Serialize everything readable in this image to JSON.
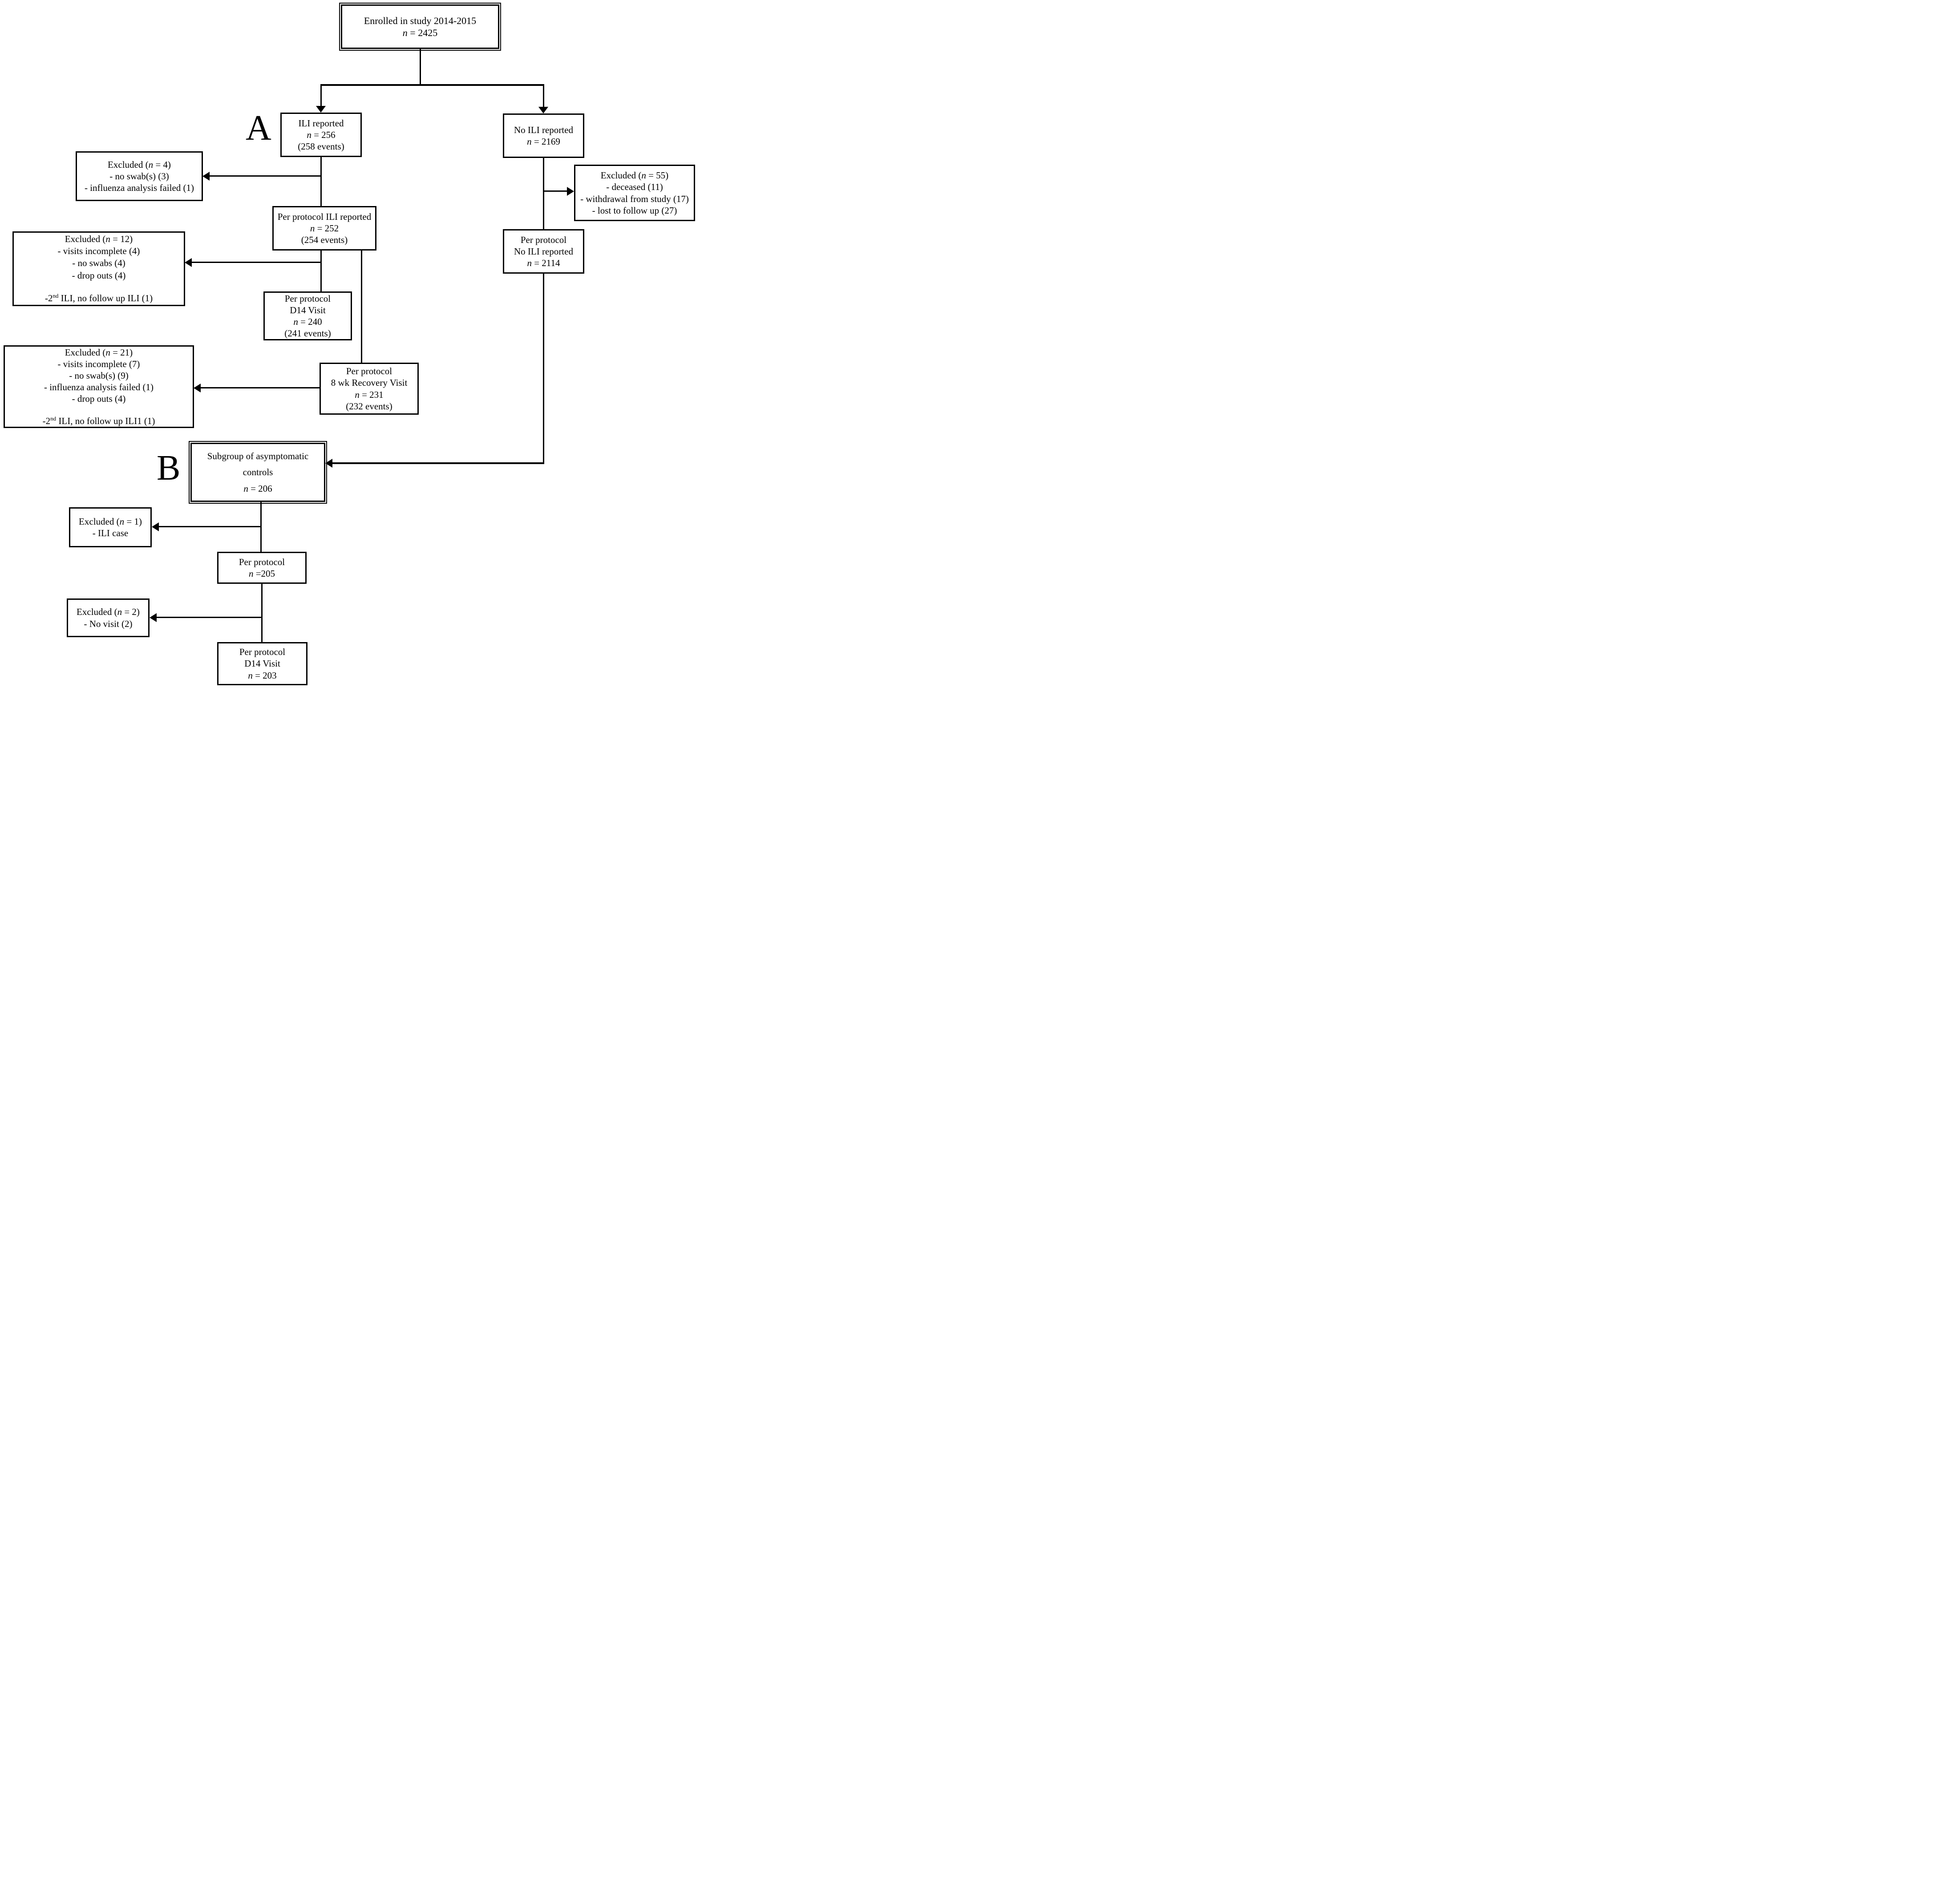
{
  "figure": {
    "type": "study-flow-diagram",
    "background_color": "#ffffff",
    "ink_color": "#000000"
  },
  "panel_labels": {
    "a": "A",
    "b": "B"
  },
  "nodes": {
    "enrolled": {
      "name": "Enrolled in study",
      "lines": [
        "Enrolled in study 2014-2015",
        "*n* = 2425"
      ]
    },
    "ili": {
      "name": "ILI reported",
      "lines": [
        "ILI reported",
        "*n* = 256",
        "(258 events)"
      ]
    },
    "noili": {
      "name": "No ILI reported",
      "lines": [
        "No ILI reported",
        "*n* = 2169"
      ]
    },
    "ex4": {
      "name": "Excluded n=4",
      "lines": [
        "Excluded (*n* = 4)",
        "- no swab(s) (3)",
        "- influenza analysis failed (1)"
      ]
    },
    "ppili": {
      "name": "Per protocol ILI reported",
      "lines": [
        "Per protocol ILI reported",
        "*n* = 252",
        "(254 events)"
      ]
    },
    "ex55": {
      "name": "Excluded n=55",
      "lines": [
        "Excluded (*n* = 55)",
        "- deceased (11)",
        "- withdrawal from study (17)",
        "- lost to follow up (27)"
      ]
    },
    "ppnoili": {
      "name": "Per protocol No ILI reported",
      "lines": [
        "Per protocol",
        "No ILI reported",
        "*n* = 2114"
      ]
    },
    "ex12": {
      "name": "Excluded n=12",
      "lines": [
        "Excluded (*n* = 12)",
        "- visits incomplete (4)",
        "- no swabs (4)",
        "- drop outs (4)",
        "",
        "-2^{nd} ILI, no follow up ILI (1)"
      ]
    },
    "d14a": {
      "name": "Per protocol D14 Visit",
      "lines": [
        "Per protocol",
        "D14 Visit",
        "*n* = 240",
        "(241 events)"
      ]
    },
    "ex21": {
      "name": "Excluded n=21",
      "lines": [
        "Excluded (*n* = 21)",
        "- visits incomplete (7)",
        "- no swab(s) (9)",
        "- influenza analysis failed (1)",
        "- drop outs (4)",
        "",
        "-2^{nd} ILI, no follow up ILI1 (1)"
      ]
    },
    "rec8": {
      "name": "Per protocol 8 wk Recovery Visit",
      "lines": [
        "Per protocol",
        "8 wk Recovery Visit",
        "*n* = 231",
        "(232 events)"
      ]
    },
    "subgroup": {
      "name": "Subgroup of asymptomatic controls",
      "lines": [
        "Subgroup of asymptomatic",
        "controls",
        "*n* = 206"
      ]
    },
    "ex1": {
      "name": "Excluded n=1",
      "lines": [
        "Excluded (*n* = 1)",
        "- ILI case"
      ]
    },
    "pp205": {
      "name": "Per protocol n=205",
      "lines": [
        "Per protocol",
        "*n* =205"
      ]
    },
    "ex2": {
      "name": "Excluded n=2",
      "lines": [
        "Excluded (*n* = 2)",
        "- No visit (2)"
      ]
    },
    "d14b": {
      "name": "Per protocol D14 Visit (controls)",
      "lines": [
        "Per protocol",
        "D14 Visit",
        "*n* = 203"
      ]
    }
  }
}
